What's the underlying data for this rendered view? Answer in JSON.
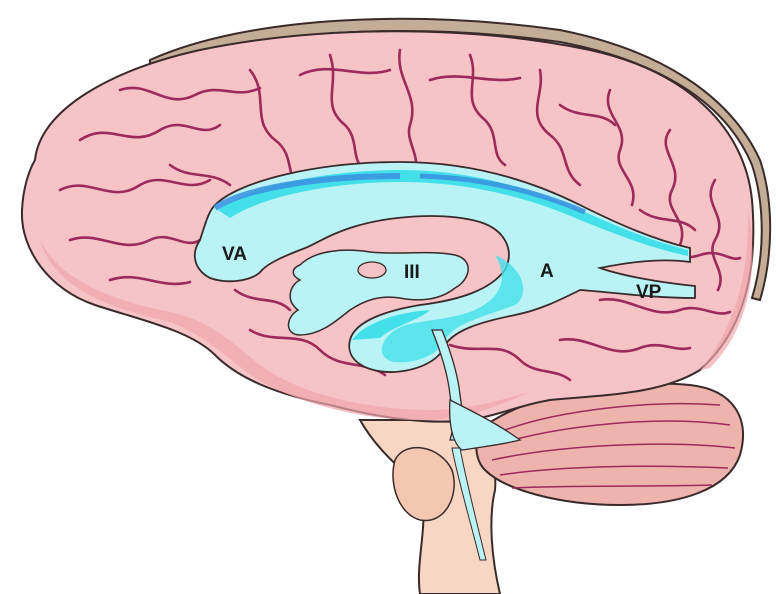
{
  "labels": {
    "va": "VA",
    "third": "III",
    "a": "A",
    "vp": "VP"
  },
  "colors": {
    "cortex": "#f6c3c7",
    "cortex_shadow": "#efa7ad",
    "sulcus": "#9c2a5a",
    "outline": "#3a2a2a",
    "ventricle": "#b9f3f5",
    "ventricle_dark": "#43e0ea",
    "ventricle_deep": "#3a8fe0",
    "brainstem": "#f7d7c4",
    "cerebellum": "#eeb3ad",
    "skull_edge": "#c4ad97"
  }
}
